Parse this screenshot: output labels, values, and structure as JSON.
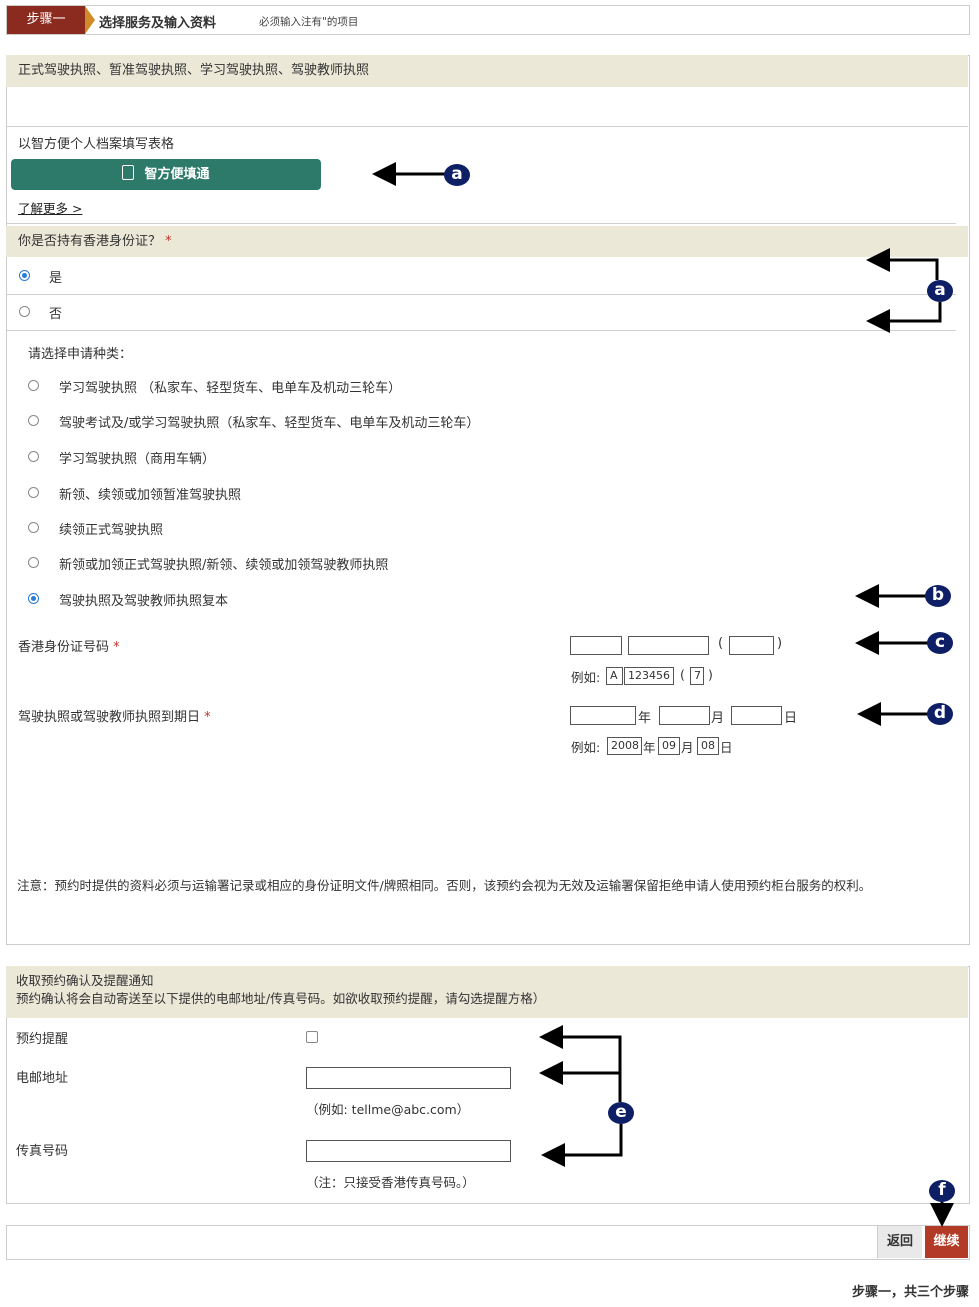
{
  "step_bar": {
    "badge": "步骤一",
    "title": "选择服务及输入资料",
    "note": "必须输入注有\"的项目"
  },
  "service": {
    "header": "正式驾驶执照、暂准驾驶执照、学习驾驶执照、驾驶教师执照"
  },
  "smart": {
    "prompt": "以智方便个人档案填写表格",
    "button": "智方便填通",
    "learn_more": "了解更多 >"
  },
  "hkid_question": {
    "label": "你是否持有香港身份证？",
    "required": "*",
    "options": [
      {
        "label": "是",
        "selected": true
      },
      {
        "label": "否",
        "selected": false
      }
    ]
  },
  "application": {
    "prompt": "请选择申请种类：",
    "options": [
      {
        "label": "学习驾驶执照 （私家车、轻型货车、电单车及机动三轮车）",
        "selected": false
      },
      {
        "label": "驾驶考试及/或学习驾驶执照（私家车、轻型货车、电单车及机动三轮车）",
        "selected": false
      },
      {
        "label": "学习驾驶执照（商用车辆）",
        "selected": false
      },
      {
        "label": "新领、续领或加领暂准驾驶执照",
        "selected": false
      },
      {
        "label": "续领正式驾驶执照",
        "selected": false
      },
      {
        "label": "新领或加领正式驾驶执照/新领、续领或加领驾驶教师执照",
        "selected": false
      },
      {
        "label": "驾驶执照及驾驶教师执照复本",
        "selected": true
      }
    ]
  },
  "hkid": {
    "label": "香港身份证号码",
    "required": "*",
    "paren_open": "(",
    "paren_close": ")",
    "example_label": "例如:",
    "example_prefix": "A",
    "example_number": "123456",
    "example_check": "7"
  },
  "expiry": {
    "label": "驾驶执照或驾驶教师执照到期日",
    "required": "*",
    "year_unit": "年",
    "month_unit": "月",
    "day_unit": "日",
    "example_label": "例如:",
    "example_year": "2008",
    "example_month": "09",
    "example_day": "08"
  },
  "note": "注意：预约时提供的资料必须与运输署记录或相应的身份证明文件/牌照相同。否则，该预约会视为无效及运输署保留拒绝申请人使用预约柜台服务的权利。",
  "notify": {
    "title": "收取预约确认及提醒通知",
    "desc": "预约确认将会自动寄送至以下提供的电邮地址/传真号码。如欲收取预约提醒，请勾选提醒方格）",
    "reminder_label": "预约提醒",
    "email_label": "电邮地址",
    "email_hint": "（例如: tellme@abc.com）",
    "fax_label": "传真号码",
    "fax_hint": "（注：只接受香港传真号码。）"
  },
  "actions": {
    "back": "返回",
    "continue": "继续"
  },
  "footer": {
    "step_count": "步骤一，共三个步骤"
  },
  "markers": {
    "a": "a",
    "b": "b",
    "c": "c",
    "d": "d",
    "e": "e",
    "f": "f"
  },
  "colors": {
    "accent_red": "#8b2a1f",
    "smart_green": "#2d7a6b",
    "band": "#ece8d8",
    "marker": "#0e1f66",
    "continue": "#b33a26"
  }
}
